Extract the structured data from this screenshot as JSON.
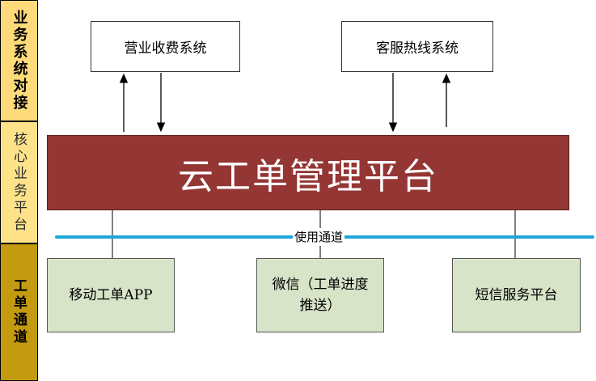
{
  "sidebar": {
    "band1": "业务系统对接",
    "band2": "核心业务平台",
    "band3": "工单通道"
  },
  "external_systems": {
    "billing": "营业收费系统",
    "hotline": "客服热线系统"
  },
  "platform": {
    "title": "云工单管理平台"
  },
  "channel_bus": {
    "label": "使用通道"
  },
  "channels": {
    "mobile_app": "移动工单APP",
    "wechat": "微信（工单进度推送）",
    "sms": "短信服务平台"
  },
  "colors": {
    "platform": "#943634",
    "bus": "#1ea6d8",
    "channel_box": "#d8e4c8",
    "band_top": "#ffda7a",
    "band_bottom": "#c49a10"
  }
}
